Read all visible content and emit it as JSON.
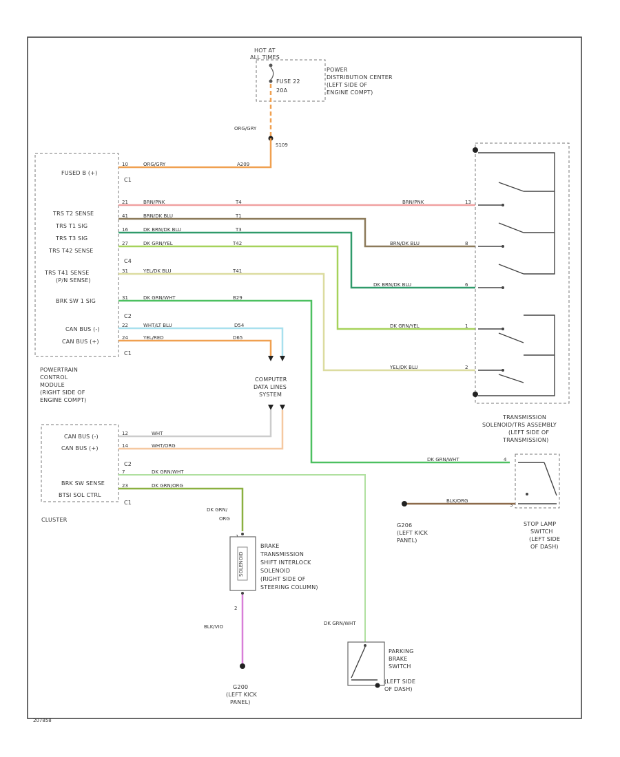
{
  "diagram": {
    "fuse_block": {
      "hot_at": "HOT AT",
      "all_times": "ALL TIMES",
      "fuse": "FUSE 22",
      "amps": "20A",
      "desc": [
        "POWER",
        "DISTRIBUTION CENTER",
        "(LEFT SIDE OF",
        "ENGINE COMPT)"
      ]
    },
    "splice_s109": "S109",
    "feed_wire_color": "ORG/GRY",
    "pcm": {
      "pins": [
        "FUSED B (+)",
        "TRS T2 SENSE",
        "TRS T1 SIG",
        "TRS T3 SIG",
        "TRS T42 SENSE",
        "TRS T41 SENSE",
        "(P/N SENSE)",
        "BRK SW 1 SIG",
        "CAN BUS (-)",
        "CAN BUS (+)"
      ],
      "connectors": [
        "C1",
        "C4",
        "C2",
        "C1"
      ],
      "desc": [
        "POWERTRAIN",
        "CONTROL",
        "MODULE",
        "(RIGHT SIDE OF",
        "ENGINE COMPT)"
      ]
    },
    "pcm_wires": [
      {
        "pin": "10",
        "color": "ORG/GRY",
        "circuit": "A209"
      },
      {
        "pin": "21",
        "color": "BRN/PNK",
        "circuit": "T4"
      },
      {
        "pin": "41",
        "color": "BRN/DK BLU",
        "circuit": "T1"
      },
      {
        "pin": "16",
        "color": "DK BRN/DK BLU",
        "circuit": "T3"
      },
      {
        "pin": "27",
        "color": "DK GRN/YEL",
        "circuit": "T42"
      },
      {
        "pin": "31",
        "color": "YEL/DK BLU",
        "circuit": "T41"
      },
      {
        "pin": "31",
        "color": "DK GRN/WHT",
        "circuit": "B29"
      },
      {
        "pin": "22",
        "color": "WHT/LT BLU",
        "circuit": "D54"
      },
      {
        "pin": "24",
        "color": "YEL/RED",
        "circuit": "D65"
      }
    ],
    "splice_label": [
      "COMPUTER",
      "DATA LINES",
      "SYSTEM"
    ],
    "trs": {
      "wires": [
        {
          "pin": "13",
          "color": "BRN/PNK"
        },
        {
          "pin": "8",
          "color": "BRN/DK BLU"
        },
        {
          "pin": "6",
          "color": "DK BRN/DK BLU"
        },
        {
          "pin": "1",
          "color": "DK GRN/YEL"
        },
        {
          "pin": "2",
          "color": "YEL/DK BLU"
        }
      ],
      "desc": [
        "TRANSMISSION",
        "SOLENOID/TRS ASSEMBLY",
        "(LEFT SIDE OF",
        "TRANSMISSION)"
      ]
    },
    "cluster": {
      "pins": [
        "CAN BUS (-)",
        "CAN BUS (+)",
        "BRK SW SENSE",
        "BTSI SOL CTRL"
      ],
      "connectors": [
        "C2",
        "C1"
      ],
      "name": "CLUSTER",
      "wires": [
        {
          "pin": "12",
          "color": "WHT"
        },
        {
          "pin": "14",
          "color": "WHT/ORG"
        },
        {
          "pin": "7",
          "color": "DK GRN/WHT"
        },
        {
          "pin": "23",
          "color": "DK GRN/ORG"
        }
      ]
    },
    "stop_lamp": {
      "wire_color_in": "DK GRN/WHT",
      "wire_color_gnd": "BLK/ORG",
      "pin_in": "4",
      "pin_gnd": "3",
      "ground": [
        "G206",
        "(LEFT KICK",
        "PANEL)"
      ],
      "desc": [
        "STOP LAMP",
        "SWITCH",
        "(LEFT SIDE",
        "OF DASH)"
      ]
    },
    "btsi": {
      "wire_in_color": [
        "DK GRN/",
        "ORG"
      ],
      "pin_in": "1",
      "pin_out": "2",
      "wire_out_color": "BLK/VIO",
      "body_text": "SOLENOID",
      "desc": [
        "BRAKE",
        "TRANSMISSION",
        "SHIFT INTERLOCK",
        "SOLENOID",
        "(RIGHT SIDE OF",
        "STEERING COLUMN)"
      ],
      "ground": [
        "G200",
        "(LEFT KICK",
        "PANEL)"
      ]
    },
    "parking_brake": {
      "wire_color": "DK GRN/WHT",
      "desc": [
        "PARKING",
        "BRAKE",
        "SWITCH",
        "(LEFT SIDE",
        "OF DASH)"
      ]
    },
    "figure_id": "207858"
  }
}
